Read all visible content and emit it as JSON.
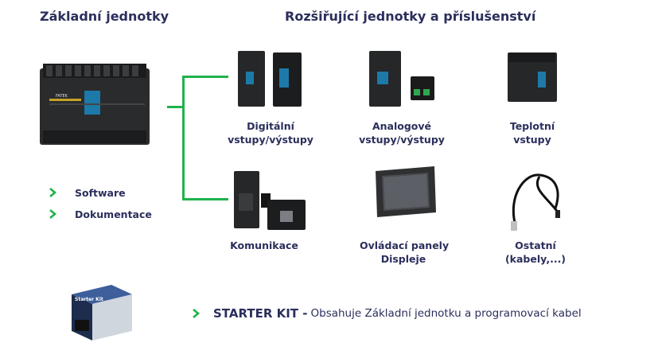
{
  "headings": {
    "base_units": "Základní jednotky",
    "expansion": "Rozšiřující jednotky a příslušenství"
  },
  "base_links": [
    {
      "label": "Software"
    },
    {
      "label": "Dokumentace"
    }
  ],
  "categories": {
    "digital": {
      "line1": "Digitální",
      "line2": "vstupy/výstupy"
    },
    "analog": {
      "line1": "Analogové",
      "line2": "vstupy/výstupy"
    },
    "temp": {
      "line1": "Teplotní",
      "line2": "vstupy"
    },
    "comm": {
      "line1": "Komunikace"
    },
    "panels": {
      "line1": "Ovládací panely",
      "line2": "Displeje"
    },
    "other": {
      "line1": "Ostatní",
      "line2": "(kabely,...)"
    }
  },
  "starter_kit": {
    "title": "STARTER KIT -",
    "description": "Obsahuje Základní jednotku a programovací kabel",
    "box_label": "Starter Kit"
  },
  "device_brand": "FATEK",
  "colors": {
    "heading": "#2b2f5c",
    "accent_green": "#1fb24c",
    "device_dark": "#1e1f20",
    "device_teal": "#1d7aa8"
  }
}
